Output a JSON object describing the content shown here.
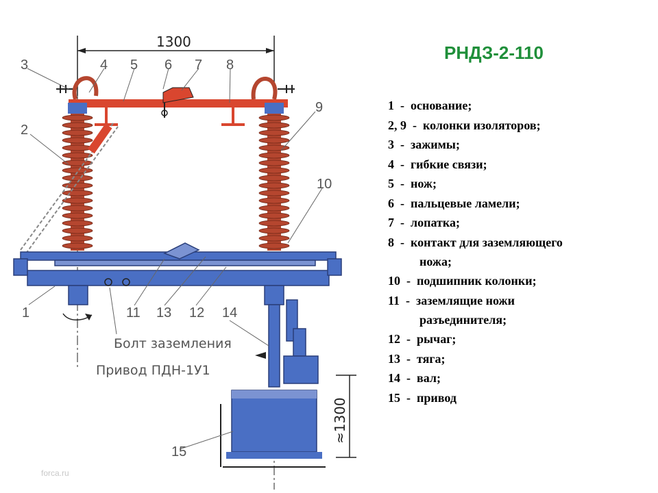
{
  "title": "РНДЗ-2-110",
  "legend": [
    {
      "text": "1  -  основание;"
    },
    {
      "text": "2, 9  -  колонки изоляторов;"
    },
    {
      "text": "3  -  зажимы;"
    },
    {
      "text": "4  -  гибкие связи;"
    },
    {
      "text": "5  -  нож;"
    },
    {
      "text": "6  -  пальцевые ламели;"
    },
    {
      "text": "7  -  лопатка;"
    },
    {
      "text": "8  -  контакт для заземляющего",
      "cont": "ножа;"
    },
    {
      "text": "10  -  подшипник колонки;"
    },
    {
      "text": "11  -  заземлящие ножи",
      "cont": "разъединителя;"
    },
    {
      "text": "12  -  рычаг;"
    },
    {
      "text": "13  -  тяга;"
    },
    {
      "text": "14  -  вал;"
    },
    {
      "text": "15  -  привод"
    }
  ],
  "drawing": {
    "dim_top": "1300",
    "dim_right": "≈1300",
    "labels": [
      "3",
      "4",
      "5",
      "6",
      "7",
      "8",
      "9",
      "2",
      "10",
      "1",
      "11",
      "13",
      "12",
      "14",
      "15"
    ],
    "caption_bolt": "Болт заземления",
    "caption_drive": "Привод ПДН-1У1",
    "watermark": "forca.ru"
  },
  "colors": {
    "insulator": "#b5462f",
    "base": "#4a6fc4",
    "blade": "#d9462f",
    "title": "#1f8f3a"
  }
}
